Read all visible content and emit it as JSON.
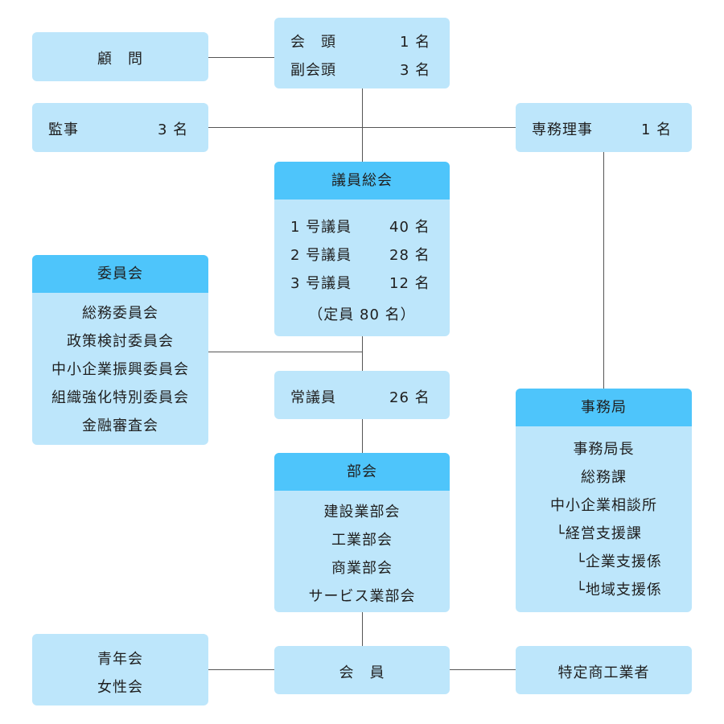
{
  "advisor": {
    "label": "顧　問"
  },
  "chairman": {
    "row1_label": "会　頭",
    "row1_count": "1 名",
    "row2_label": "副会頭",
    "row2_count": "3 名"
  },
  "auditor": {
    "label": "監事",
    "count": "3 名"
  },
  "exec_director": {
    "label": "専務理事",
    "count": "1 名"
  },
  "assembly": {
    "title": "議員総会",
    "rows": [
      {
        "label": "1 号議員",
        "count": "40 名"
      },
      {
        "label": "2 号議員",
        "count": "28 名"
      },
      {
        "label": "3 号議員",
        "count": "12 名"
      }
    ],
    "total": "（定員 80 名）"
  },
  "committees": {
    "title": "委員会",
    "items": [
      "総務委員会",
      "政策検討委員会",
      "中小企業振興委員会",
      "組織強化特別委員会",
      "金融審査会"
    ]
  },
  "standing": {
    "label": "常議員",
    "count": "26 名"
  },
  "sections": {
    "title": "部会",
    "items": [
      "建設業部会",
      "工業部会",
      "商業部会",
      "サービス業部会"
    ]
  },
  "secretariat": {
    "title": "事務局",
    "items": [
      "事務局長",
      "総務課",
      "中小企業相談所",
      "└経営支援課",
      "└企業支援係",
      "└地域支援係"
    ]
  },
  "youth": {
    "items": [
      "青年会",
      "女性会"
    ]
  },
  "members": {
    "label": "会　員"
  },
  "specific": {
    "label": "特定商工業者"
  }
}
